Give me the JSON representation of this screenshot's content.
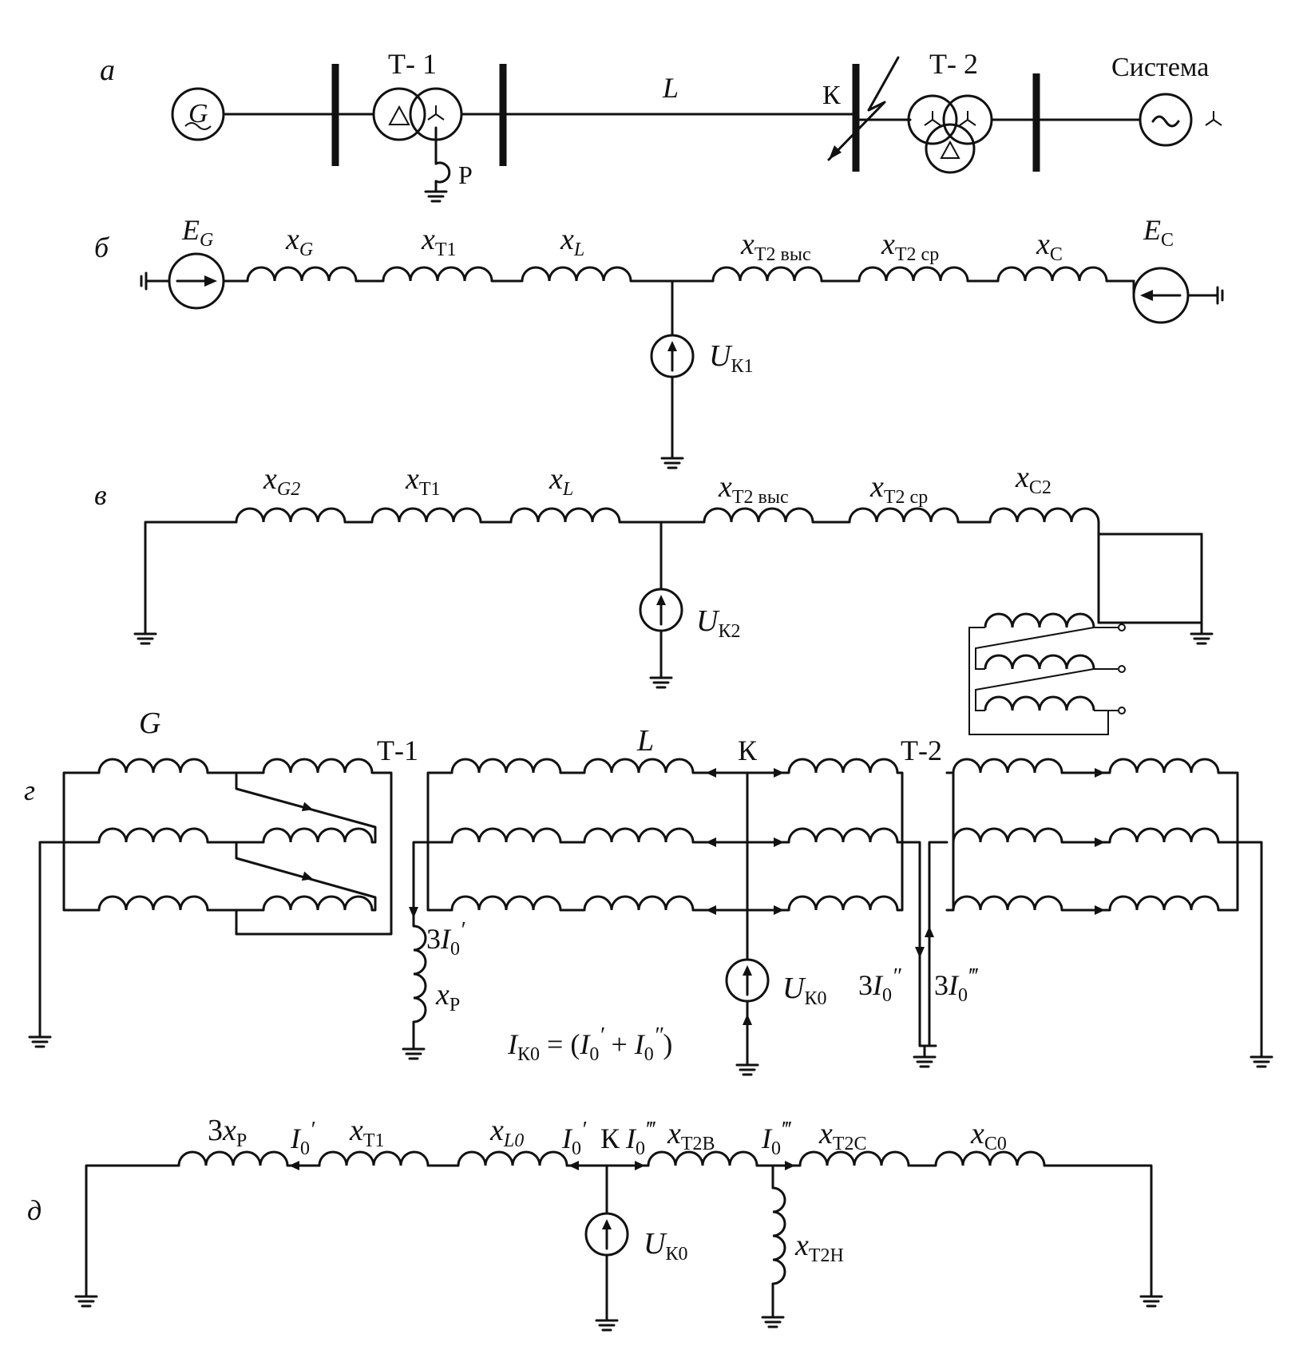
{
  "diagram": {
    "panels": {
      "a": "а",
      "b": "б",
      "v": "в",
      "g": "г",
      "d": "д"
    },
    "a": {
      "generator_symbol": "G",
      "t1_label": "Т- 1",
      "line_label": "L",
      "fault_label": "К",
      "t2_label": "Т- 2",
      "system_label": "Система",
      "reactor_label": "Р"
    },
    "b": {
      "eg": {
        "main": "E",
        "sub": "G"
      },
      "ec": {
        "main": "E",
        "sub": "C"
      },
      "xg": {
        "main": "x",
        "sub": "G"
      },
      "xt1": {
        "main": "x",
        "sub": "Т1"
      },
      "xl": {
        "main": "x",
        "sub": "L"
      },
      "xt2v": {
        "main": "x",
        "sub": "Т2 выс"
      },
      "xt2s": {
        "main": "x",
        "sub": "Т2 ср"
      },
      "xc": {
        "main": "x",
        "sub": "С"
      },
      "uk": {
        "main": "U",
        "sub": "К1"
      }
    },
    "v": {
      "xg": {
        "main": "x",
        "sub": "G2"
      },
      "xt1": {
        "main": "x",
        "sub": "Т1"
      },
      "xl": {
        "main": "x",
        "sub": "L"
      },
      "xt2v": {
        "main": "x",
        "sub": "Т2 выс"
      },
      "xt2s": {
        "main": "x",
        "sub": "Т2 ср"
      },
      "xc": {
        "main": "x",
        "sub": "С2"
      },
      "uk": {
        "main": "U",
        "sub": "К2"
      }
    },
    "g": {
      "g_label": "G",
      "t1_label": "Т-1",
      "l_label": "L",
      "k_label": "К",
      "t2_label": "Т-2",
      "i1": {
        "pre": "3",
        "main": "I",
        "sub": "0",
        "mark": "′"
      },
      "xp": {
        "main": "x",
        "sub": "Р"
      },
      "uk": {
        "main": "U",
        "sub": "К0"
      },
      "i2": {
        "pre": "3",
        "main": "I",
        "sub": "0",
        "mark": "″"
      },
      "i3": {
        "pre": "3",
        "main": "I",
        "sub": "0",
        "mark": "‴"
      },
      "ik_main": "I",
      "ik_sub": "К0",
      "ik_rest": " = (",
      "ik_a_main": "I",
      "ik_a_sub": "0",
      "ik_a_mark": "′",
      "ik_plus": " + ",
      "ik_b_main": "I",
      "ik_b_sub": "0",
      "ik_b_mark": "″",
      "ik_close": ")"
    },
    "d": {
      "x3p_pre": "3",
      "x3p": {
        "main": "x",
        "sub": "Р"
      },
      "i1a": {
        "main": "I",
        "sub": "0",
        "mark": "′"
      },
      "xt1": {
        "main": "x",
        "sub": "Т1"
      },
      "xl0": {
        "main": "x",
        "sub": "L0"
      },
      "i1b": {
        "main": "I",
        "sub": "0",
        "mark": "′"
      },
      "k_label": "К",
      "i3a": {
        "main": "I",
        "sub": "0",
        "mark": "‴"
      },
      "xt2b": {
        "main": "x",
        "sub": "Т2В"
      },
      "i3b": {
        "main": "I",
        "sub": "0",
        "mark": "‴"
      },
      "xt2c": {
        "main": "x",
        "sub": "Т2С"
      },
      "xc0": {
        "main": "x",
        "sub": "С0"
      },
      "uk": {
        "main": "U",
        "sub": "К0"
      },
      "xt2h": {
        "main": "x",
        "sub": "Т2Н"
      }
    }
  }
}
